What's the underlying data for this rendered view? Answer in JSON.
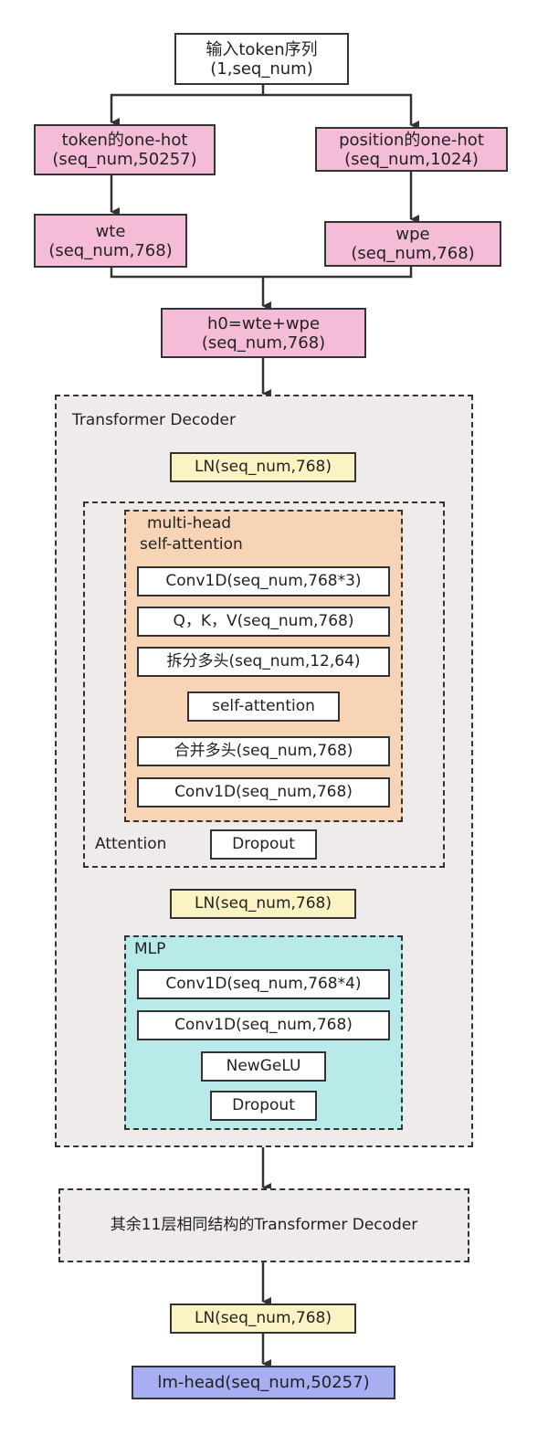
{
  "input": {
    "line1": "输入token序列",
    "line2": "(1,seq_num)"
  },
  "token_onehot": {
    "line1": "token的one-hot",
    "line2": "(seq_num,50257)"
  },
  "position_onehot": {
    "line1": "position的one-hot",
    "line2": "(seq_num,1024)"
  },
  "wte": {
    "line1": "wte",
    "line2": "(seq_num,768)"
  },
  "wpe": {
    "line1": "wpe",
    "line2": "(seq_num,768)"
  },
  "h0": {
    "line1": "h0=wte+wpe",
    "line2": "(seq_num,768)"
  },
  "decoder": {
    "title": "Transformer Decoder",
    "ln1": "LN(seq_num,768)",
    "attention": {
      "label": "Attention",
      "mha_title_line1": "multi-head",
      "mha_title_line2": "self-attention",
      "steps": [
        "Conv1D(seq_num,768*3)",
        "Q，K，V(seq_num,768)",
        "拆分多头(seq_num,12,64)",
        "self-attention",
        "合并多头(seq_num,768)",
        "Conv1D(seq_num,768)"
      ],
      "dropout": "Dropout"
    },
    "ln2": "LN(seq_num,768)",
    "mlp": {
      "title": "MLP",
      "steps": [
        "Conv1D(seq_num,768*4)",
        "Conv1D(seq_num,768)",
        "NewGeLU",
        "Dropout"
      ]
    }
  },
  "remaining": "其余11层相同结构的Transformer Decoder",
  "ln_final": "LN(seq_num,768)",
  "lm_head": "lm-head(seq_num,50257)",
  "colors": {
    "embedding_fill": "#f5bcd7",
    "layernorm_fill": "#fbf3c3",
    "decoder_fill": "#efebea",
    "attention_fill": "#f7d4b5",
    "mlp_fill": "#b9eaea",
    "lm_head_fill": "#a7aef2"
  }
}
